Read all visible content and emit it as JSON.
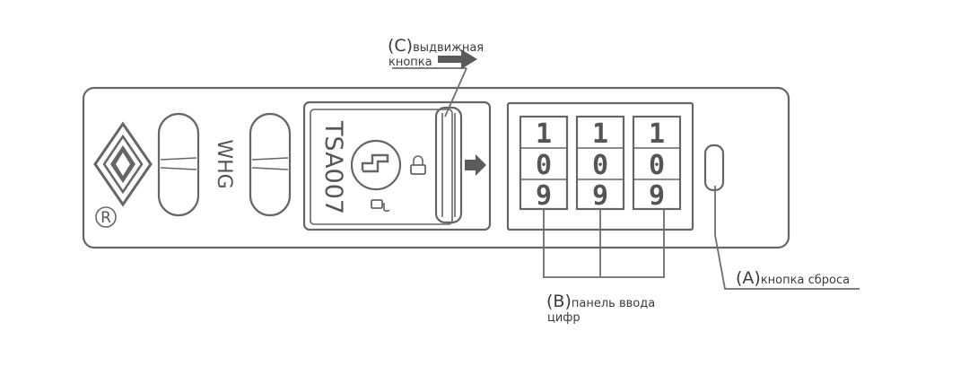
{
  "labels": {
    "slide_button": {
      "letter": "(C)",
      "line1": "выдвижная",
      "line2": "кнопка"
    },
    "digit_panel": {
      "letter": "(B)",
      "line1": "панель ввода",
      "line2": "цифр"
    },
    "reset_button": {
      "letter": "(A)",
      "text": "кнопка сброса"
    }
  },
  "device": {
    "brand": "WHG",
    "model": "TSA007",
    "registered_mark": "R"
  },
  "wheels": [
    {
      "top": "1",
      "middle": "0",
      "bottom": "9"
    },
    {
      "top": "1",
      "middle": "0",
      "bottom": "9"
    },
    {
      "top": "1",
      "middle": "0",
      "bottom": "9"
    }
  ],
  "icons": [
    "logo-icon",
    "tsa-symbol-icon",
    "locked-padlock-icon",
    "unlocked-padlock-icon",
    "right-arrow-icon"
  ],
  "colors": {
    "line": "#666666",
    "text": "#3c3c3c",
    "arrow": "#5a5a5a"
  }
}
